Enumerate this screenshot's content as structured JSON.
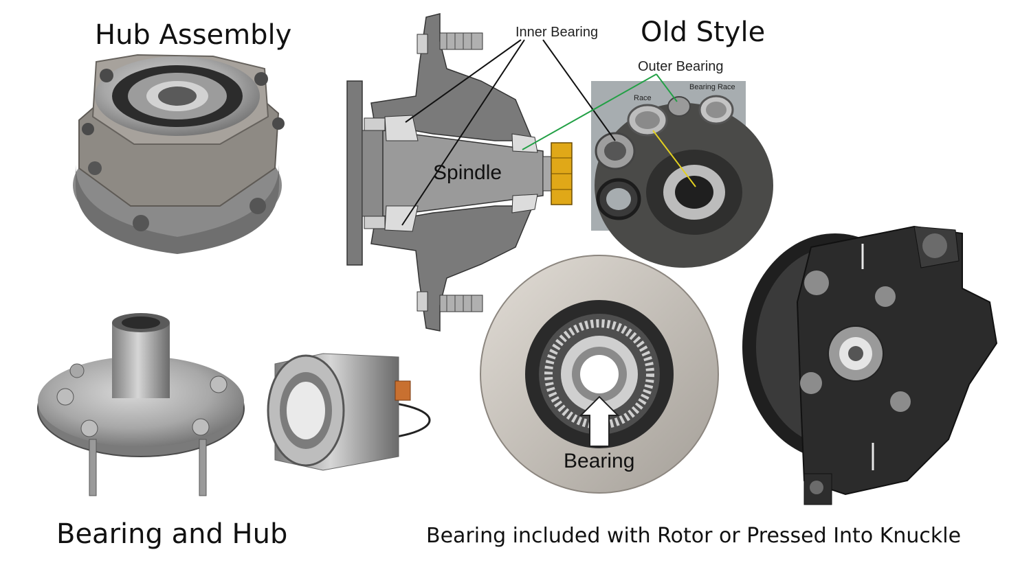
{
  "titles": {
    "hub_assembly": "Hub Assembly",
    "old_style": "Old Style",
    "bearing_and_hub": "Bearing and Hub",
    "bearing_rotor_knuckle": "Bearing included with Rotor or Pressed Into Knuckle"
  },
  "diagram_labels": {
    "inner_bearing": "Inner Bearing",
    "outer_bearing": "Outer Bearing",
    "spindle": "Spindle",
    "race": "Race",
    "bearing_race": "Bearing Race",
    "bearing": "Bearing"
  },
  "colors": {
    "leader_black": "#111111",
    "leader_green": "#22a045",
    "leader_yellow": "#e2d020",
    "nut_gold": "#e0a818",
    "spindle_gray": "#9a9a9a",
    "hub_gray": "#7a7a7a"
  }
}
